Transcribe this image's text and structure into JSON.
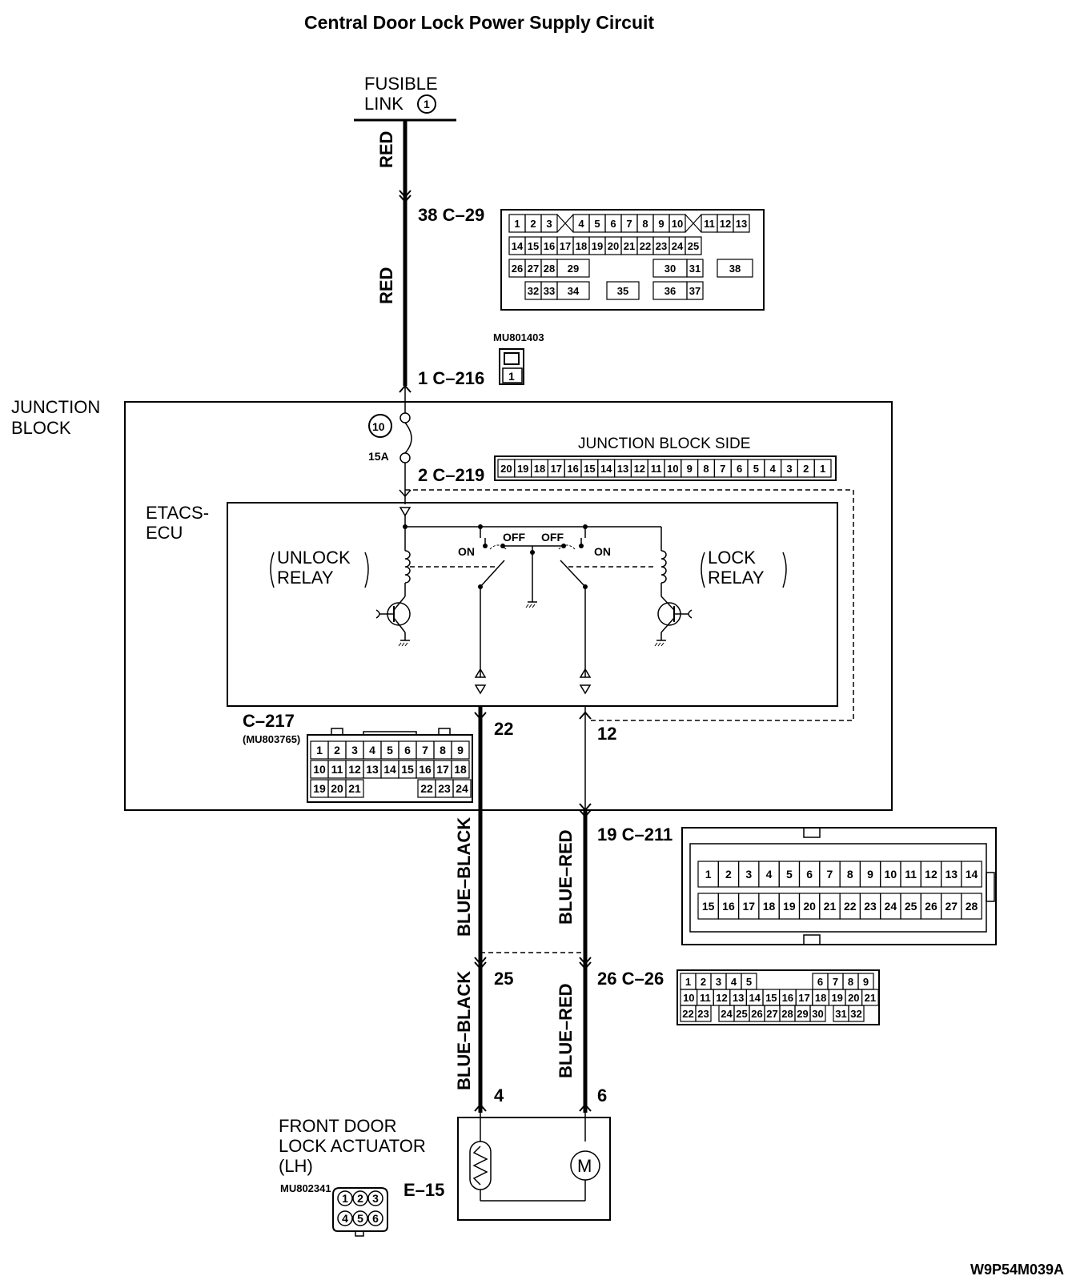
{
  "title": "Central Door Lock Power Supply Circuit",
  "figure_code": "W9P54M039A",
  "fusible_link": {
    "line1": "FUSIBLE",
    "line2": "LINK",
    "number": "1"
  },
  "wires": {
    "red_top": "RED",
    "red_mid": "RED",
    "blue_black_1": "BLUE–BLACK",
    "blue_red_1": "BLUE–RED",
    "blue_black_2": "BLUE–BLACK",
    "blue_red_2": "BLUE–RED"
  },
  "connectors": {
    "c29": {
      "label": "38 C–29",
      "row1": [
        "1",
        "2",
        "3",
        "4",
        "5",
        "6",
        "7",
        "8",
        "9",
        "10",
        "11",
        "12",
        "13"
      ],
      "row2": [
        "14",
        "15",
        "16",
        "17",
        "18",
        "19",
        "20",
        "21",
        "22",
        "23",
        "24",
        "25"
      ],
      "row3": [
        "26",
        "27",
        "28",
        "29",
        "30",
        "31",
        "38"
      ],
      "row4": [
        "32",
        "33",
        "34",
        "35",
        "36",
        "37"
      ]
    },
    "c216": {
      "label": "1 C–216",
      "part": "MU801403",
      "pin": "1"
    },
    "c219": {
      "label": "2 C–219",
      "side": "JUNCTION BLOCK SIDE",
      "pins": [
        "20",
        "19",
        "18",
        "17",
        "16",
        "15",
        "14",
        "13",
        "12",
        "11",
        "10",
        "9",
        "8",
        "7",
        "6",
        "5",
        "4",
        "3",
        "2",
        "1"
      ]
    },
    "c217": {
      "label": "C–217",
      "part": "(MU803765)",
      "row1": [
        "1",
        "2",
        "3",
        "4",
        "5",
        "6",
        "7",
        "8",
        "9"
      ],
      "row2": [
        "10",
        "11",
        "12",
        "13",
        "14",
        "15",
        "16",
        "17",
        "18"
      ],
      "row3": [
        "19",
        "20",
        "21",
        "22",
        "23",
        "24"
      ],
      "pin_a": "22",
      "pin_b": "12"
    },
    "c211": {
      "label": "19 C–211",
      "row1": [
        "1",
        "2",
        "3",
        "4",
        "5",
        "6",
        "7",
        "8",
        "9",
        "10",
        "11",
        "12",
        "13",
        "14"
      ],
      "row2": [
        "15",
        "16",
        "17",
        "18",
        "19",
        "20",
        "21",
        "22",
        "23",
        "24",
        "25",
        "26",
        "27",
        "28"
      ]
    },
    "c26": {
      "label": "26 C–26",
      "pin_a": "25",
      "row1": [
        "1",
        "2",
        "3",
        "4",
        "5",
        "6",
        "7",
        "8",
        "9"
      ],
      "row2": [
        "10",
        "11",
        "12",
        "13",
        "14",
        "15",
        "16",
        "17",
        "18",
        "19",
        "20",
        "21"
      ],
      "row3": [
        "22",
        "23",
        "24",
        "25",
        "26",
        "27",
        "28",
        "29",
        "30",
        "31",
        "32"
      ]
    },
    "e15": {
      "label": "E–15",
      "part": "MU802341",
      "pin_a": "4",
      "pin_b": "6",
      "pins": [
        "1",
        "2",
        "3",
        "4",
        "5",
        "6"
      ]
    }
  },
  "junction_block": {
    "line1": "JUNCTION",
    "line2": "BLOCK",
    "fuse_number": "10",
    "fuse_rating": "15A"
  },
  "etacs": {
    "line1": "ETACS-",
    "line2": "ECU",
    "unlock1": "UNLOCK",
    "unlock2": "RELAY",
    "lock1": "LOCK",
    "lock2": "RELAY",
    "on": "ON",
    "off": "OFF"
  },
  "actuator": {
    "line1": "FRONT DOOR",
    "line2": "LOCK ACTUATOR",
    "line3": "(LH)",
    "motor": "M"
  }
}
